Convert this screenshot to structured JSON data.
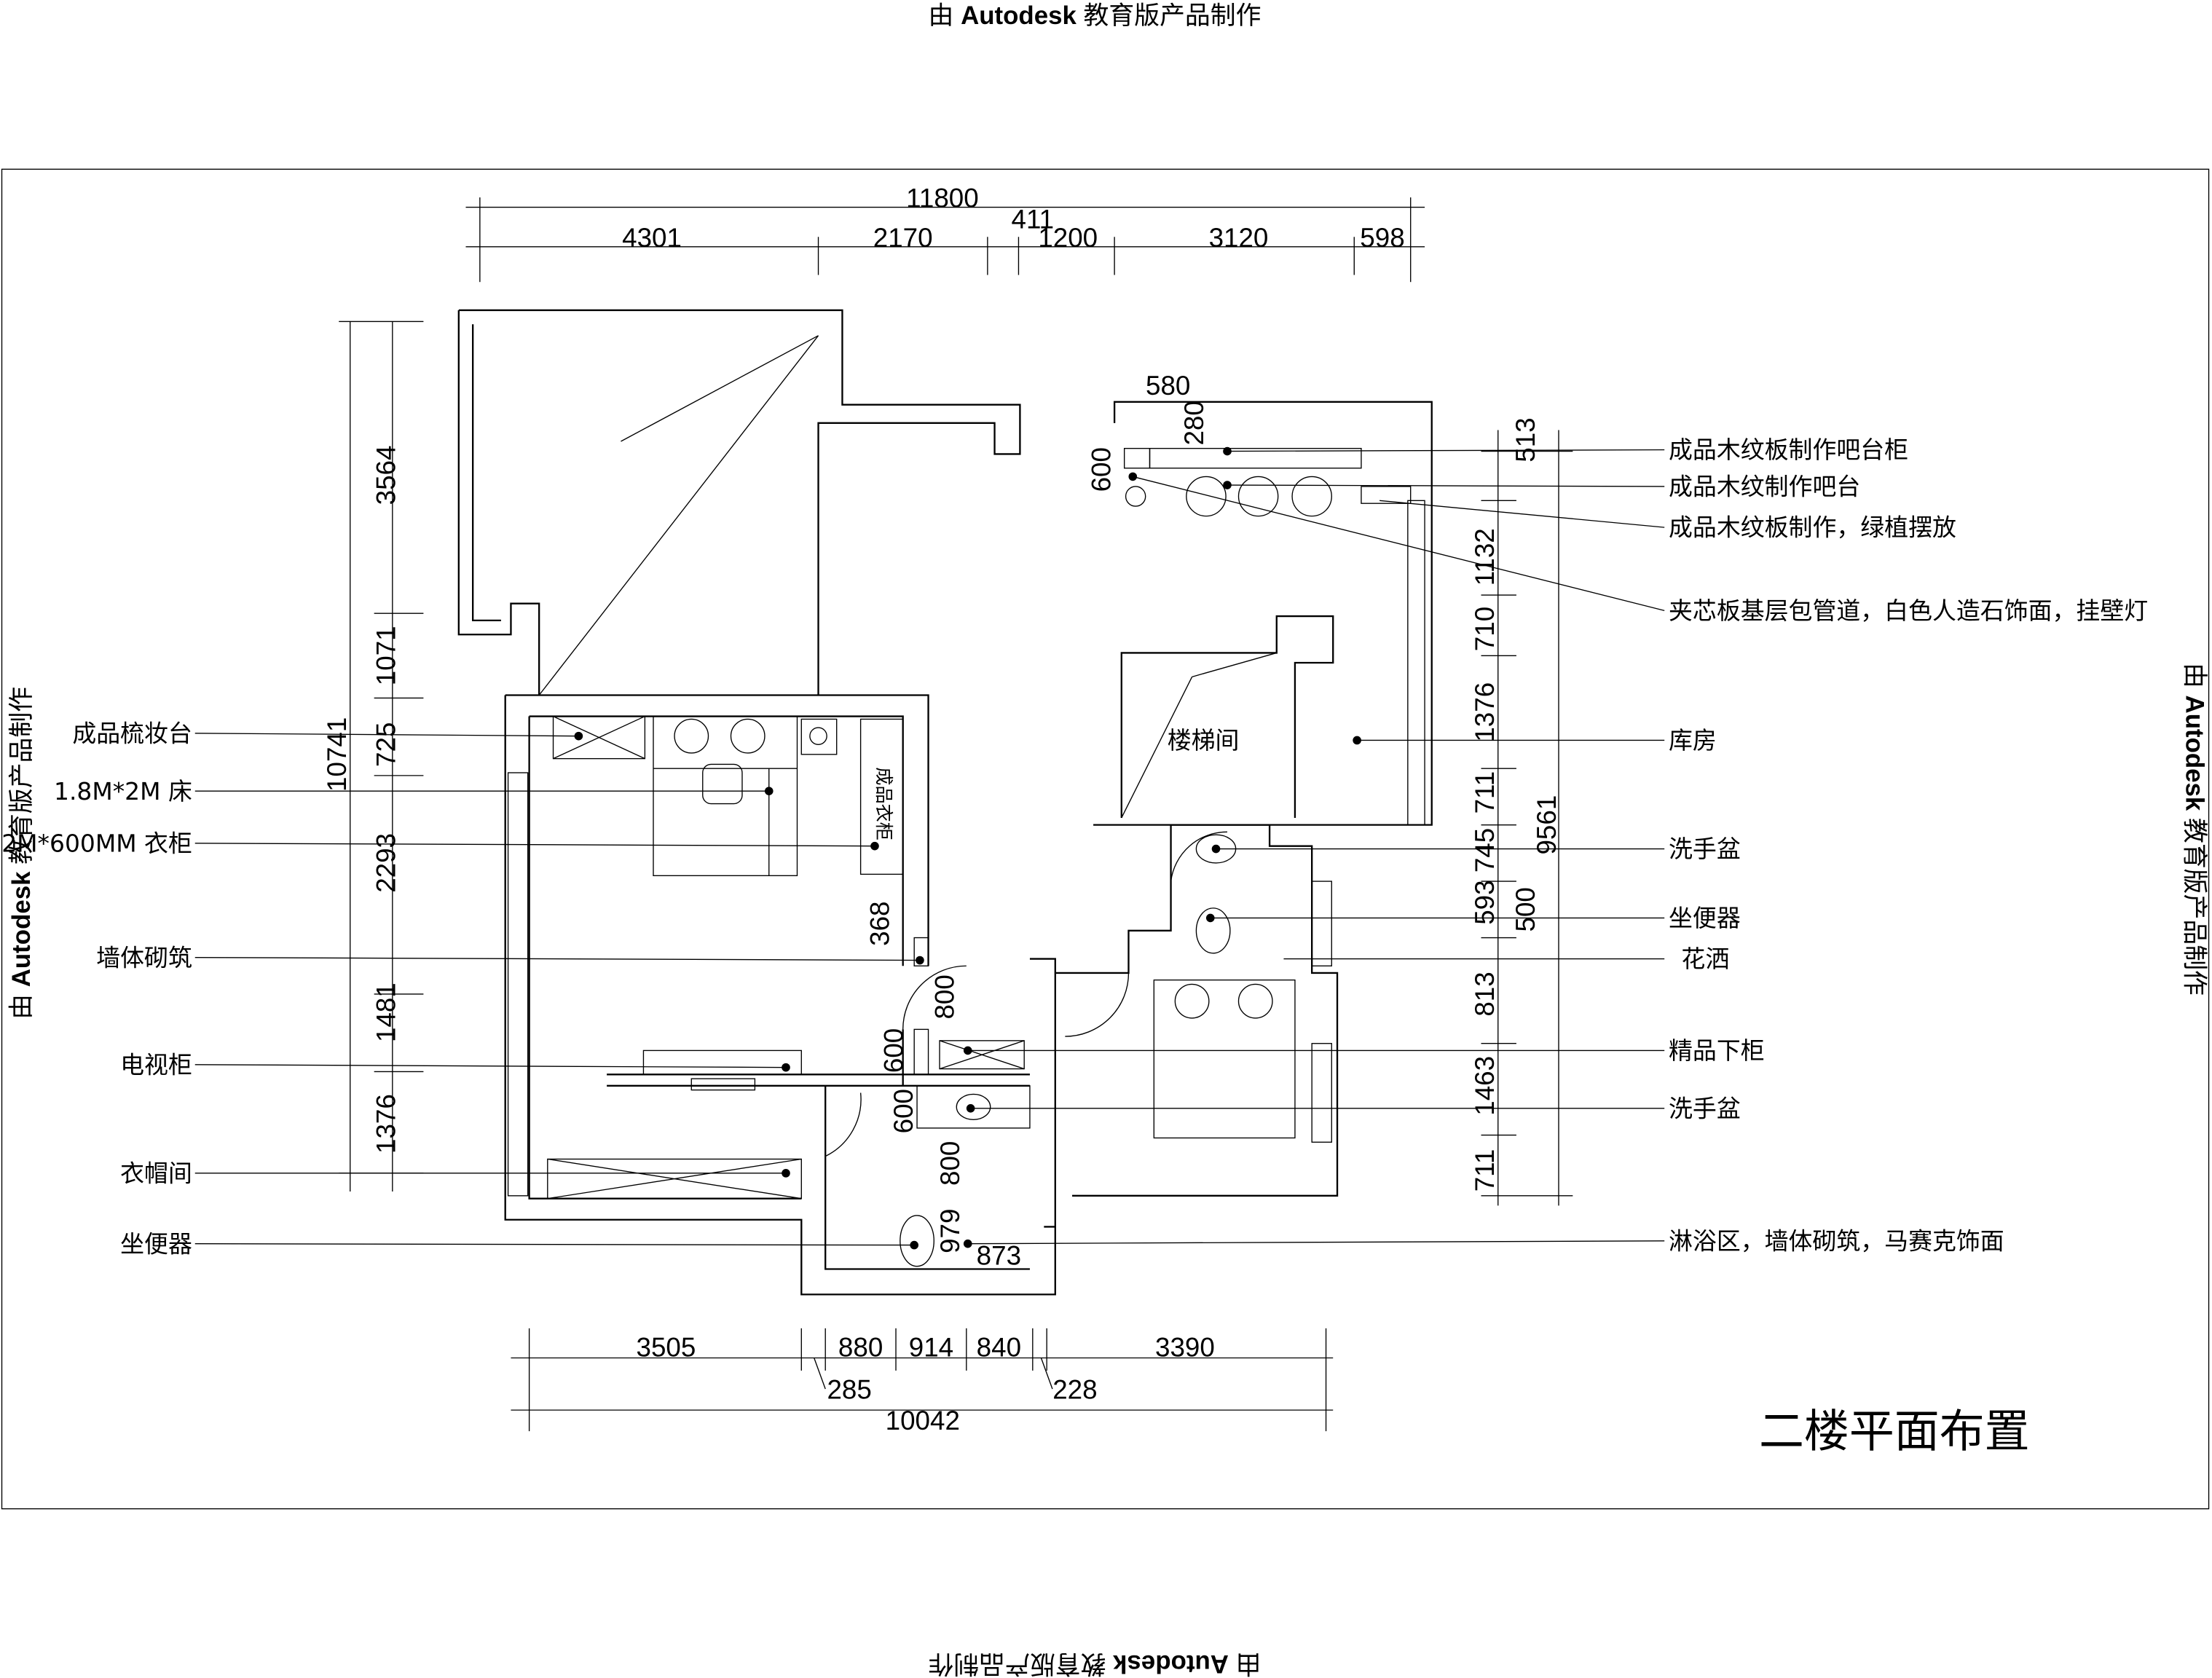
{
  "watermark": {
    "prefix": "由 ",
    "brand": "Autodesk",
    "suffix": " 教育版产品制作"
  },
  "title": "二楼平面布置",
  "dims_top": {
    "total": "11800",
    "segments": [
      "4301",
      "2170",
      "411",
      "1200",
      "3120",
      "598"
    ]
  },
  "dims_left": {
    "total": "10741",
    "segments": [
      "3564",
      "1071",
      "725",
      "2293",
      "1481",
      "1376"
    ]
  },
  "dims_right": {
    "total": "9561",
    "segments": [
      "513",
      "1132",
      "710",
      "1376",
      "711",
      "745",
      "593",
      "500",
      "813",
      "1463",
      "711"
    ]
  },
  "dims_bottom": {
    "total": "10042",
    "segments": [
      "3505",
      "880",
      "914",
      "840",
      "3390"
    ],
    "small": [
      "285",
      "228"
    ]
  },
  "dims_inner": {
    "d580": "580",
    "d280": "280",
    "d600a": "600",
    "d368": "368",
    "d800a": "800",
    "d600b": "600",
    "d600c": "600",
    "d800b": "800",
    "d979": "979",
    "d873": "873"
  },
  "rooms": {
    "stair": "楼梯间",
    "wardrobe": "成品衣柜"
  },
  "labels_left": [
    "成品梳妆台",
    "1.8M*2M 床",
    "2M*600MM 衣柜",
    "墙体砌筑",
    "电视柜",
    "衣帽间",
    "坐便器"
  ],
  "labels_right": [
    "成品木纹板制作吧台柜",
    "成品木纹制作吧台",
    "成品木纹板制作，绿植摆放",
    "夹芯板基层包管道，白色人造石饰面，挂壁灯",
    "库房",
    "洗手盆",
    "坐便器",
    "花洒",
    "精品下柜",
    "洗手盆",
    "淋浴区，墙体砌筑，马赛克饰面"
  ]
}
